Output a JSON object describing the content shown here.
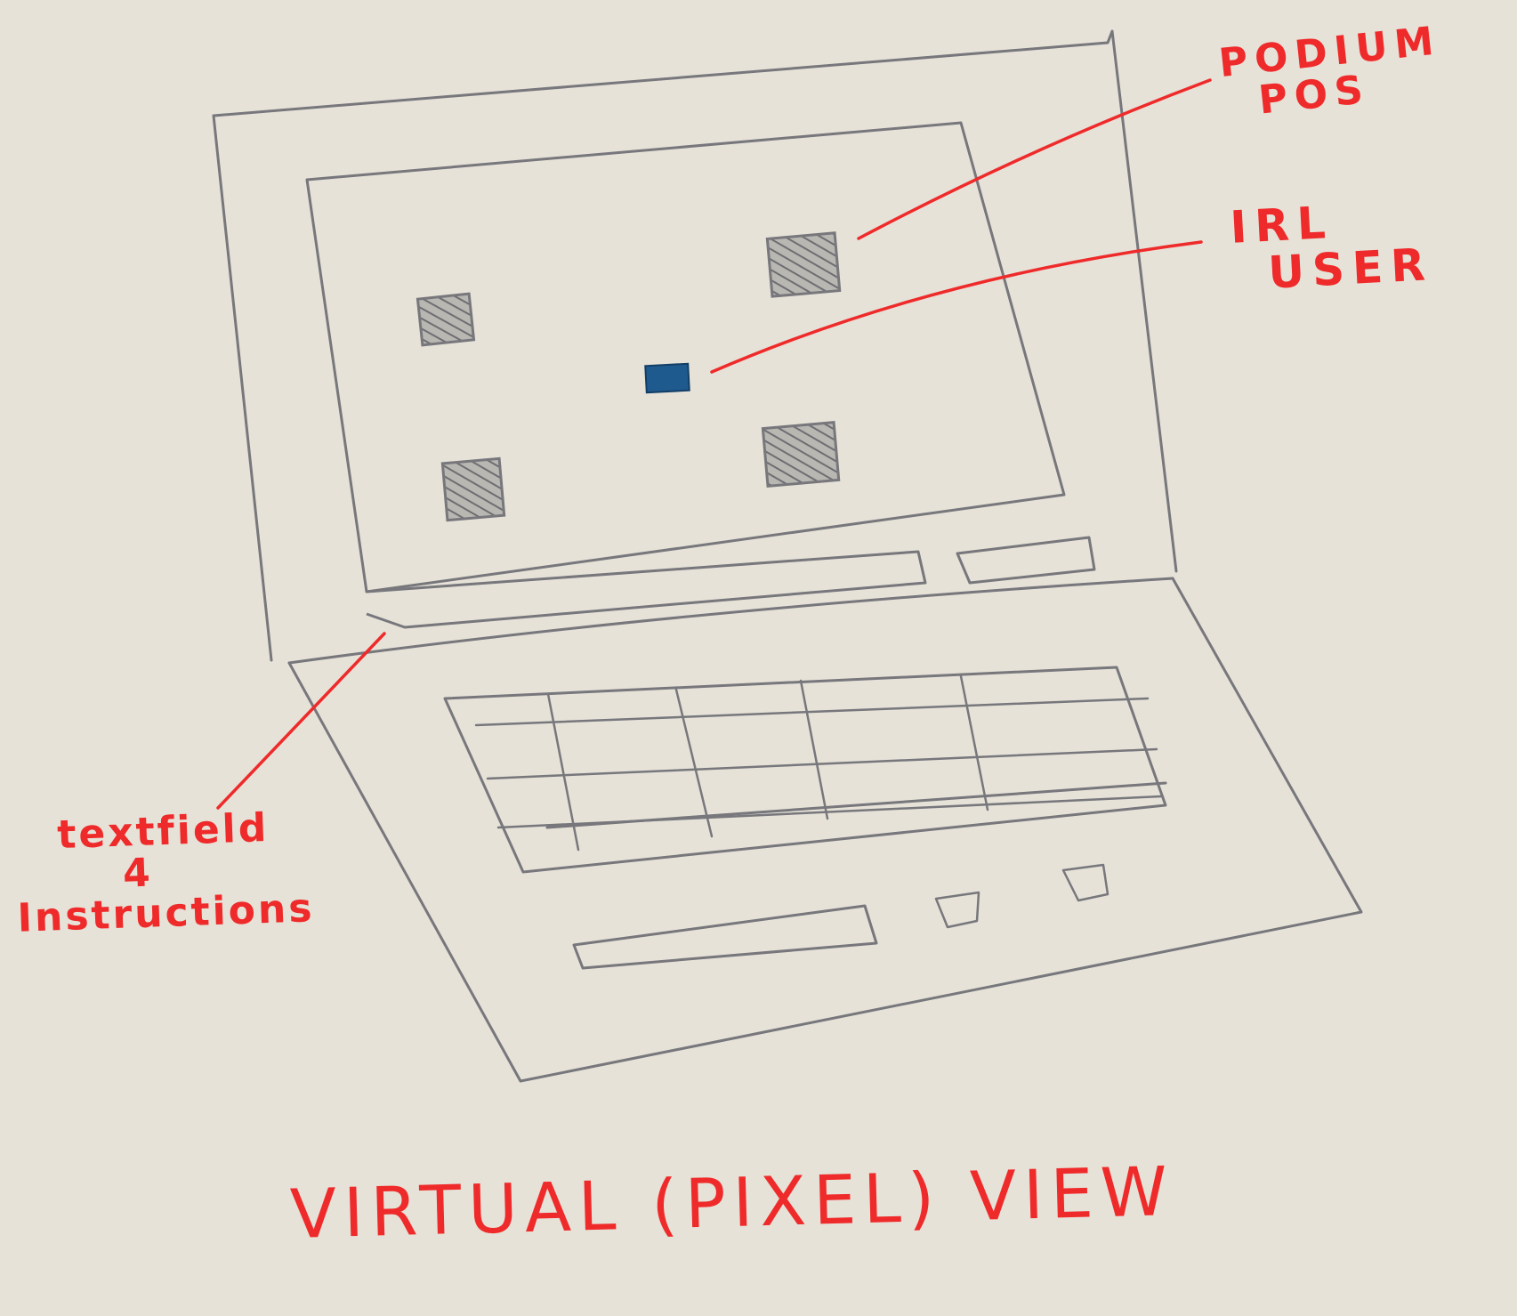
{
  "annotations": {
    "podium_pos": [
      "PODIUM",
      "POS"
    ],
    "irl_user": [
      "IRL",
      "USER"
    ],
    "textfield": [
      "textfield",
      "4",
      "Instructions"
    ]
  },
  "title": "VIRTUAL (PIXEL) VIEW",
  "colors": {
    "paper": "#e6e2d8",
    "pencil": "#77777c",
    "annotation_red": "#ef2a2a",
    "user_blue": "#1f5a8e",
    "podium_gray": "#8e8e92"
  }
}
